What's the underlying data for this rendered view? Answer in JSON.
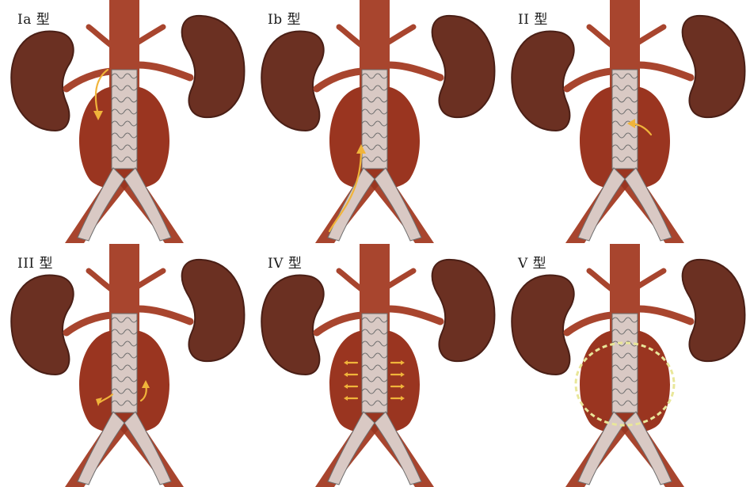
{
  "colors": {
    "background": "#ffffff",
    "kidney": "#6b3022",
    "kidney_shadow": "#4a1f16",
    "aorta": "#a8452e",
    "aneurysm": "#9a3520",
    "stent_fabric": "#d9c9c4",
    "stent_wire": "#6e6e6e",
    "leak_arrow": "#f0b43a",
    "endotension_halo": "#e9e79a"
  },
  "panels": [
    {
      "label": "Ia 型",
      "leak": "proximal-attachment"
    },
    {
      "label": "Ib 型",
      "leak": "distal-attachment"
    },
    {
      "label": "II 型",
      "leak": "branch-backflow"
    },
    {
      "label": "III 型",
      "leak": "junction-defect"
    },
    {
      "label": "IV 型",
      "leak": "graft-porosity"
    },
    {
      "label": "V 型",
      "leak": "endotension"
    }
  ]
}
